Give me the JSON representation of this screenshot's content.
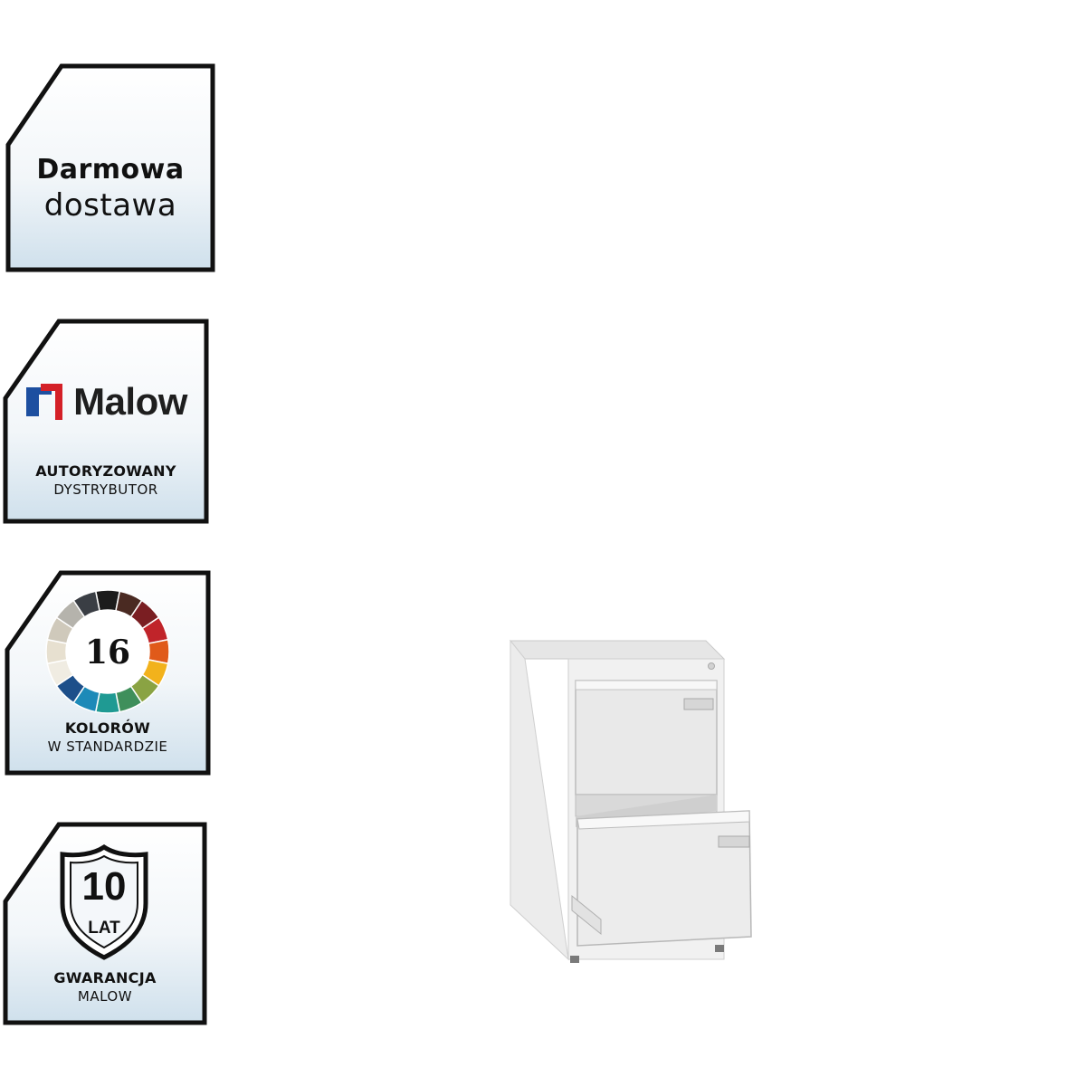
{
  "badges": {
    "delivery": {
      "line1": "Darmowa",
      "line2": "dostawa"
    },
    "distributor": {
      "brand": "Malow",
      "line1": "AUTORYZOWANY",
      "line2": "DYSTRYBUTOR",
      "logo_colors": [
        "#1d4fa0",
        "#d42027"
      ]
    },
    "colors": {
      "number": "16",
      "line1": "KOLORÓW",
      "line2": "W STANDARDZIE",
      "swatches": [
        "#1c1c1c",
        "#4a2a22",
        "#7a1e22",
        "#c0242a",
        "#e05a1a",
        "#f2b21c",
        "#8aa343",
        "#3f8f5b",
        "#1f9a93",
        "#1d8ab8",
        "#1d4f8a",
        "#f0ece2",
        "#e7e0d0",
        "#cfc9bb",
        "#b5b3ac",
        "#3a3e44"
      ]
    },
    "warranty": {
      "number": "10",
      "unit": "LAT",
      "line1": "GWARANCJA",
      "line2": "MALOW"
    }
  }
}
